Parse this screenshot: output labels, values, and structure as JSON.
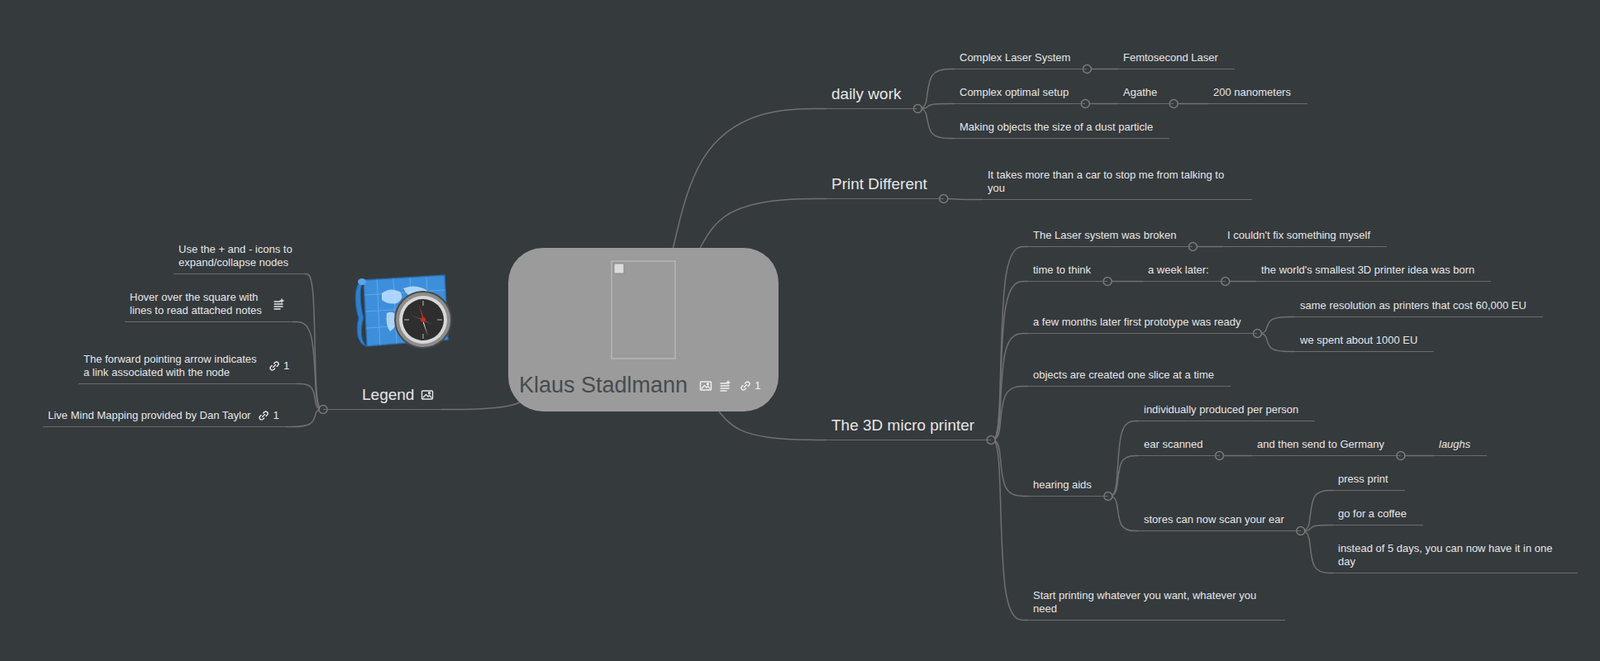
{
  "diagram": {
    "nodes": [
      {
        "text": [
          "Klaus Stadlmann"
        ]
      },
      {
        "text": [
          "daily work"
        ]
      },
      {
        "text": [
          "Complex Laser System"
        ]
      },
      {
        "text": [
          "Femtosecond Laser"
        ]
      },
      {
        "text": [
          "Complex optimal setup"
        ]
      },
      {
        "text": [
          "Agathe"
        ]
      },
      {
        "text": [
          "200 nanometers"
        ]
      },
      {
        "text": [
          "Making objects the size of a dust particle"
        ]
      },
      {
        "text": [
          "Print Different"
        ]
      },
      {
        "text": [
          "It takes more than a car to stop me from talking to you"
        ]
      },
      {
        "text": [
          "The 3D micro printer"
        ]
      },
      {
        "text": [
          "The Laser system was broken"
        ]
      },
      {
        "text": [
          "I couldn't fix something myself"
        ]
      },
      {
        "text": [
          "time to think"
        ]
      },
      {
        "text": [
          "a week later:"
        ]
      },
      {
        "text": [
          "the world's smallest 3D printer idea was born"
        ]
      },
      {
        "text": [
          "a few months later first prototype was ready"
        ]
      },
      {
        "text": [
          "same resolution as printers that cost 60,000 EU"
        ]
      },
      {
        "text": [
          "we spent about 1000 EU"
        ]
      },
      {
        "text": [
          "objects are created one slice at a time"
        ]
      },
      {
        "text": [
          "hearing aids"
        ]
      },
      {
        "text": [
          "individually produced per person"
        ]
      },
      {
        "text": [
          "ear scanned"
        ]
      },
      {
        "text": [
          "and then send to Germany"
        ]
      },
      {
        "text": [
          "laughs"
        ]
      },
      {
        "text": [
          "stores can now scan your ear"
        ]
      },
      {
        "text": [
          "press print"
        ]
      },
      {
        "text": [
          "go for a coffee"
        ]
      },
      {
        "text": [
          "instead of 5 days, you can now have it in one day"
        ]
      },
      {
        "text": [
          "Start printing whatever you want, whatever you need"
        ]
      },
      {
        "text": [
          "Legend"
        ]
      },
      {
        "text": [
          "Use the + and - icons to expand/collapse nodes"
        ]
      },
      {
        "text": [
          "Hover over the square with lines to read attached notes"
        ]
      },
      {
        "text": [
          "The forward pointing arrow indicates a link associated with the node"
        ]
      },
      {
        "text": [
          "Live Mind Mapping provided by Dan Taylor"
        ]
      }
    ],
    "edges": [
      {
        "from": 0,
        "to": 1,
        "arrow": "none"
      },
      {
        "from": 1,
        "to": 2,
        "arrow": "none"
      },
      {
        "from": 2,
        "to": 3,
        "arrow": "none"
      },
      {
        "from": 1,
        "to": 4,
        "arrow": "none"
      },
      {
        "from": 4,
        "to": 5,
        "arrow": "none"
      },
      {
        "from": 5,
        "to": 6,
        "arrow": "none"
      },
      {
        "from": 1,
        "to": 7,
        "arrow": "none"
      },
      {
        "from": 0,
        "to": 8,
        "arrow": "none"
      },
      {
        "from": 8,
        "to": 9,
        "arrow": "none"
      },
      {
        "from": 0,
        "to": 10,
        "arrow": "none"
      },
      {
        "from": 10,
        "to": 11,
        "arrow": "none"
      },
      {
        "from": 11,
        "to": 12,
        "arrow": "none"
      },
      {
        "from": 10,
        "to": 13,
        "arrow": "none"
      },
      {
        "from": 13,
        "to": 14,
        "arrow": "none"
      },
      {
        "from": 14,
        "to": 15,
        "arrow": "none"
      },
      {
        "from": 10,
        "to": 16,
        "arrow": "none"
      },
      {
        "from": 16,
        "to": 17,
        "arrow": "none"
      },
      {
        "from": 16,
        "to": 18,
        "arrow": "none"
      },
      {
        "from": 10,
        "to": 19,
        "arrow": "none"
      },
      {
        "from": 10,
        "to": 20,
        "arrow": "none"
      },
      {
        "from": 20,
        "to": 21,
        "arrow": "none"
      },
      {
        "from": 20,
        "to": 22,
        "arrow": "none"
      },
      {
        "from": 22,
        "to": 23,
        "arrow": "none"
      },
      {
        "from": 23,
        "to": 24,
        "arrow": "none"
      },
      {
        "from": 20,
        "to": 25,
        "arrow": "none"
      },
      {
        "from": 25,
        "to": 26,
        "arrow": "none"
      },
      {
        "from": 25,
        "to": 27,
        "arrow": "none"
      },
      {
        "from": 25,
        "to": 28,
        "arrow": "none"
      },
      {
        "from": 10,
        "to": 29,
        "arrow": "none"
      },
      {
        "from": 0,
        "to": 30,
        "arrow": "none"
      },
      {
        "from": 30,
        "to": 31,
        "arrow": "none"
      },
      {
        "from": 30,
        "to": 32,
        "arrow": "none"
      },
      {
        "from": 30,
        "to": 33,
        "arrow": "none"
      },
      {
        "from": 30,
        "to": 34,
        "arrow": "none"
      }
    ],
    "labels": [
      "1",
      "1",
      "1"
    ]
  }
}
